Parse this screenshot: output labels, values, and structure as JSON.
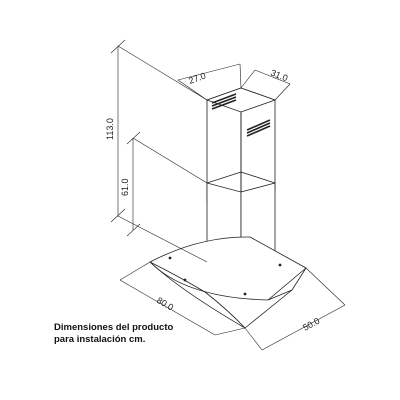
{
  "dimensions": {
    "height_total": "113.0",
    "height_chimney": "61.0",
    "chimney_width": "27.0",
    "chimney_depth": "31.0",
    "hood_width": "80.0",
    "hood_depth": "50.0"
  },
  "caption": {
    "line1": "Dimensiones del producto",
    "line2": "para instalación cm."
  }
}
